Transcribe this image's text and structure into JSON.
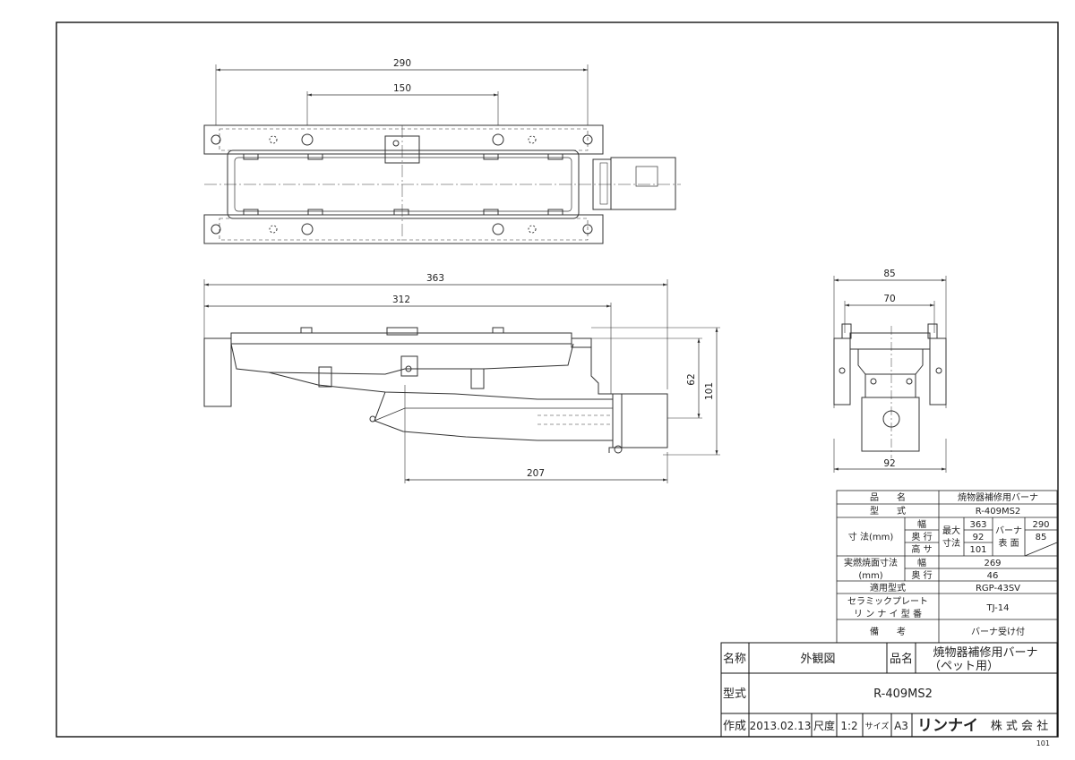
{
  "drawing": {
    "top_view": {
      "dim_outer": "290",
      "dim_inner": "150"
    },
    "side_view": {
      "dim_total": "363",
      "dim_body": "312",
      "dim_bottom": "207",
      "dim_height_1": "62",
      "dim_height_2": "101"
    },
    "end_view": {
      "dim_top": "85",
      "dim_inner": "70",
      "dim_bottom": "92"
    }
  },
  "spec_table": {
    "product_name_label": "品　　名",
    "product_name": "焼物器補修用バーナ",
    "model_label": "型　　式",
    "model": "R-409MS2",
    "size_label": "寸 法(mm)",
    "width_label": "幅",
    "depth_label": "奥 行",
    "height_label": "高 サ",
    "max_size_label_1": "最大",
    "max_size_label_2": "寸法",
    "max_width": "363",
    "max_depth": "92",
    "max_height": "101",
    "burner_surface_label_1": "バーナ",
    "burner_surface_label_2": "表 面",
    "burner_width": "290",
    "burner_depth": "85",
    "effective_label_1": "実燃焼面寸法",
    "effective_label_2": "(mm)",
    "effective_width_label": "幅",
    "effective_depth_label": "奥 行",
    "effective_width": "269",
    "effective_depth": "46",
    "applicable_model_label": "適用型式",
    "applicable_model": "RGP-43SV",
    "ceramic_label_1": "セラミックプレート",
    "ceramic_label_2": "リ ン ナ イ 型 番",
    "ceramic_model": "TJ-14",
    "remarks_label": "備　　考",
    "remarks": "バーナ受け付"
  },
  "title_block": {
    "name_label": "名称",
    "name_value": "外観図",
    "product_label": "品名",
    "product_value_1": "焼物器補修用バーナ",
    "product_value_2": "（ペット用）",
    "type_label": "型式",
    "type_value": "R-409MS2",
    "created_label": "作成",
    "created_date": "2013.02.13",
    "scale_label": "尺度",
    "scale_value": "1:2",
    "size_label": "サイズ",
    "size_value": "A3",
    "company_logo": "リンナイ",
    "company_suffix": "株 式 会 社",
    "sheet_number": "101"
  }
}
